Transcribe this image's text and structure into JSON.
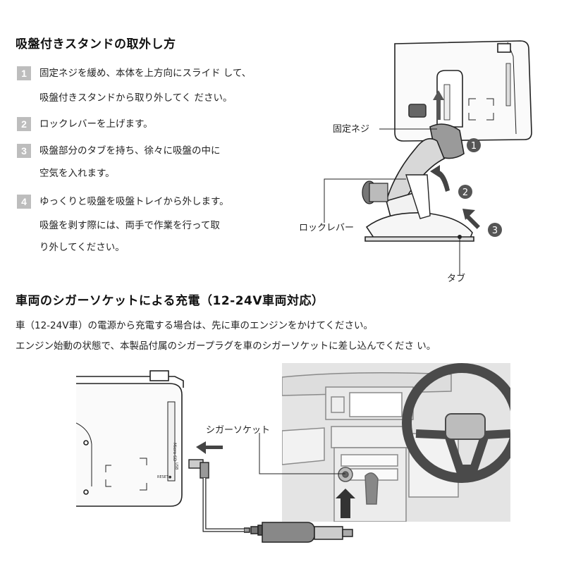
{
  "section1": {
    "title": "吸盤付きスタンドの取外し方",
    "steps": [
      {
        "num": "1",
        "lines": [
          "固定ネジを緩め、本体を上方向にスライド して、",
          "吸盤付きスタンドから取り外してく ださい。"
        ]
      },
      {
        "num": "2",
        "lines": [
          "ロックレバーを上げます。"
        ]
      },
      {
        "num": "3",
        "lines": [
          "吸盤部分のタブを持ち、徐々に吸盤の中に",
          "空気を入れます。"
        ]
      },
      {
        "num": "4",
        "lines": [
          "ゆっくりと吸盤を吸盤トレイから外します。",
          "吸盤を剥す際には、両手で作業を行って取",
          "り外してください。"
        ]
      }
    ],
    "callouts": {
      "screw": "固定ネジ",
      "lever": "ロックレバー",
      "tab": "タブ"
    },
    "markers": [
      "1",
      "2",
      "3"
    ]
  },
  "section2": {
    "title": "車両のシガーソケットによる充電（12-24V車両対応）",
    "para1": "車（12-24V車）の電源から充電する場合は、先に車のエンジンをかけてください。",
    "para2": "エンジン始動の状態で、本製品付属のシガープラグを車のシガーソケットに差し込んでくださ い。",
    "callouts": {
      "socket": "シガーソケット"
    },
    "device_labels": {
      "microsd": "Micro SD",
      "reset": "RESET●",
      "usb": "USB"
    }
  }
}
